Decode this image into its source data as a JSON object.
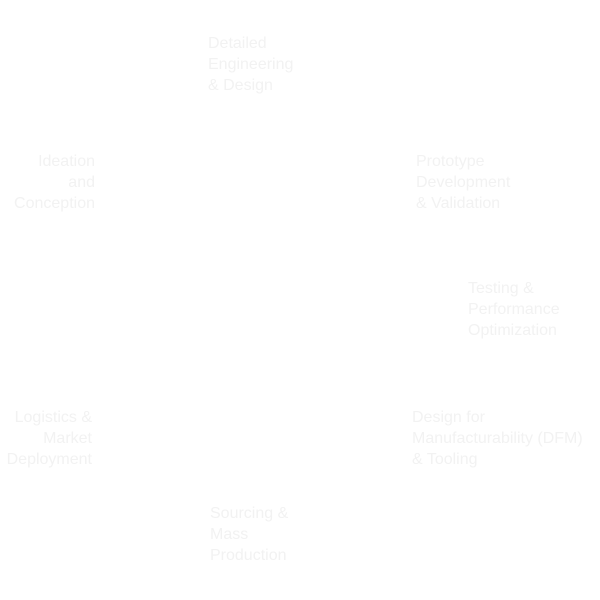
{
  "diagram": {
    "nodes": [
      {
        "id": "detailed-engineering",
        "label": "Detailed\nEngineering\n& Design"
      },
      {
        "id": "prototype",
        "label": "Prototype\nDevelopment\n& Validation"
      },
      {
        "id": "testing",
        "label": "Testing &\nPerformance\nOptimization"
      },
      {
        "id": "dfm",
        "label": "Design for\nManufacturability (DFM)\n& Tooling"
      },
      {
        "id": "sourcing",
        "label": "Sourcing &\nMass\nProduction"
      },
      {
        "id": "logistics",
        "label": "Logistics &\nMarket\nDeployment"
      },
      {
        "id": "ideation",
        "label": "Ideation\nand\nConception"
      }
    ],
    "colors": {
      "background": "#ffffff",
      "text": "#f2f2f2"
    }
  }
}
